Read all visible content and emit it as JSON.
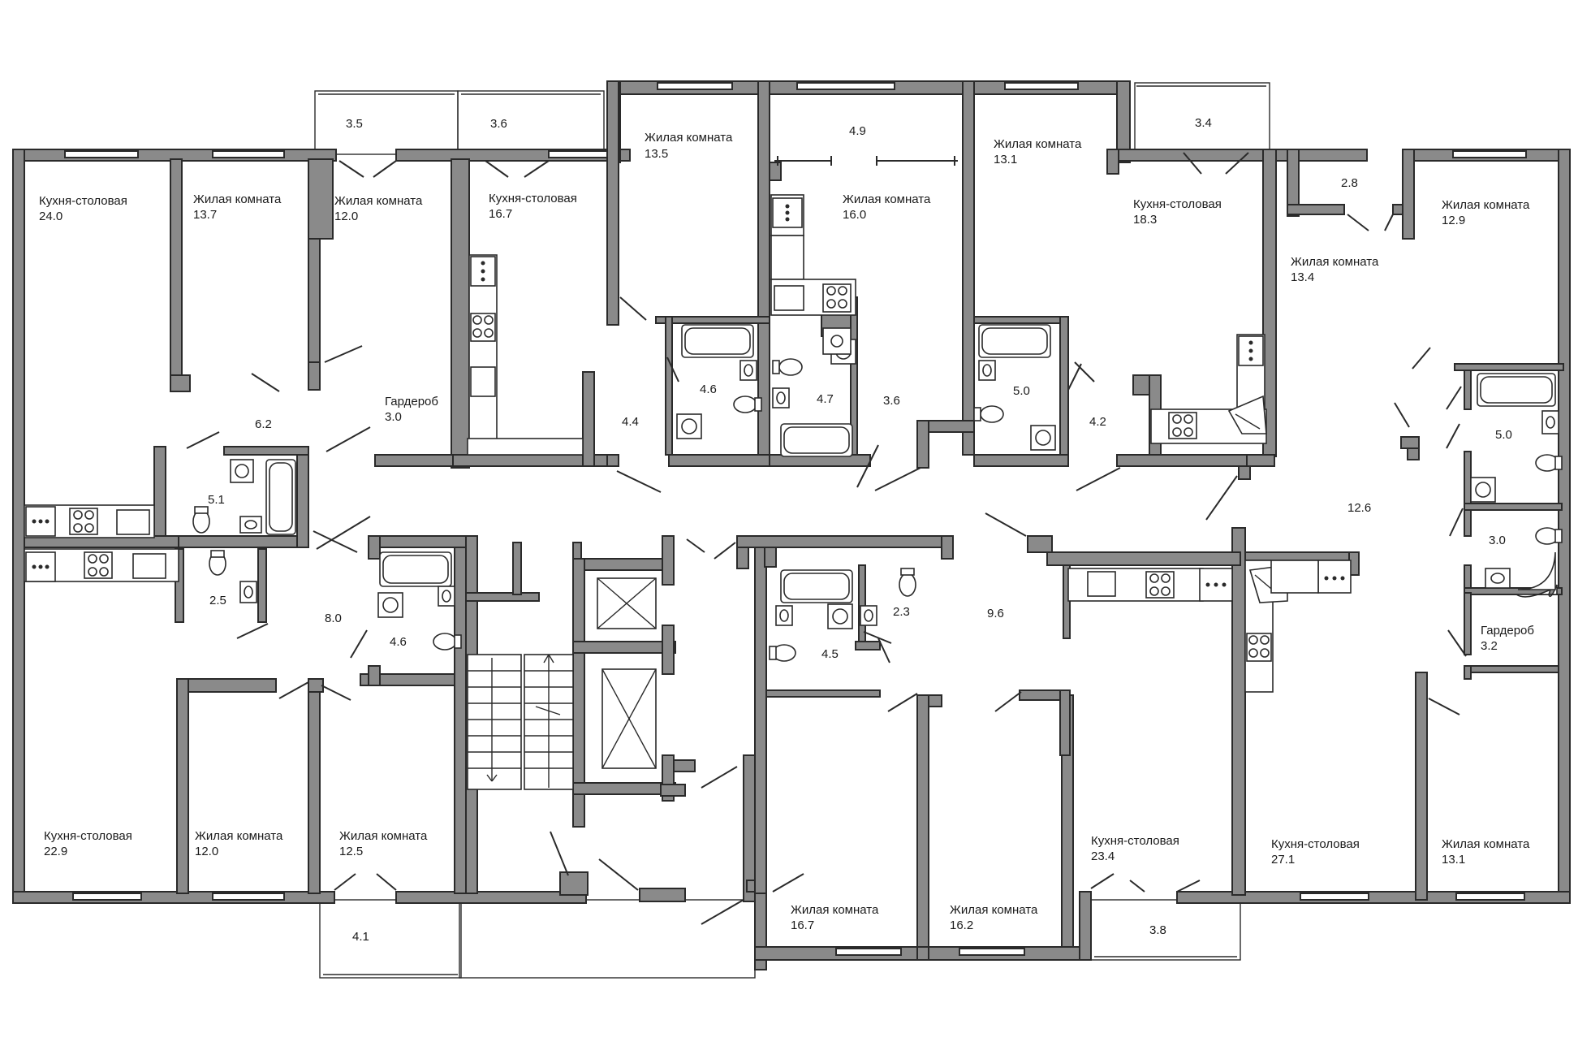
{
  "rooms": [
    {
      "id": "r1",
      "name": "Кухня-столовая",
      "area": "24.0"
    },
    {
      "id": "r2",
      "name": "Жилая комната",
      "area": "13.7"
    },
    {
      "id": "r3",
      "name": "Жилая комната",
      "area": "12.0"
    },
    {
      "id": "r4",
      "name": "Кухня-столовая",
      "area": "16.7"
    },
    {
      "id": "r5",
      "name": "Жилая комната",
      "area": "13.5"
    },
    {
      "id": "r6",
      "name": "Жилая комната",
      "area": "16.0"
    },
    {
      "id": "r7",
      "name": "Жилая комната",
      "area": "13.1"
    },
    {
      "id": "r8",
      "name": "Кухня-столовая",
      "area": "18.3"
    },
    {
      "id": "r9",
      "name": "Жилая комната",
      "area": "13.4"
    },
    {
      "id": "r10",
      "name": "Жилая комната",
      "area": "12.9"
    },
    {
      "id": "r11",
      "name": "Гардероб",
      "area": "3.0"
    },
    {
      "id": "r12",
      "name": "Гардероб",
      "area": "3.2"
    },
    {
      "id": "r13",
      "name": "Кухня-столовая",
      "area": "22.9"
    },
    {
      "id": "r14",
      "name": "Жилая комната",
      "area": "12.0"
    },
    {
      "id": "r15",
      "name": "Жилая комната",
      "area": "12.5"
    },
    {
      "id": "r16",
      "name": "Жилая комната",
      "area": "16.7"
    },
    {
      "id": "r17",
      "name": "Жилая комната",
      "area": "16.2"
    },
    {
      "id": "r18",
      "name": "Кухня-столовая",
      "area": "23.4"
    },
    {
      "id": "r19",
      "name": "Кухня-столовая",
      "area": "27.1"
    },
    {
      "id": "r20",
      "name": "Жилая комната",
      "area": "13.1"
    }
  ],
  "areas": [
    {
      "id": "a1",
      "value": "3.5"
    },
    {
      "id": "a2",
      "value": "3.6"
    },
    {
      "id": "a3",
      "value": "4.9"
    },
    {
      "id": "a4",
      "value": "3.4"
    },
    {
      "id": "a5",
      "value": "2.8"
    },
    {
      "id": "a6",
      "value": "6.2"
    },
    {
      "id": "a7",
      "value": "5.1"
    },
    {
      "id": "a8",
      "value": "2.5"
    },
    {
      "id": "a9",
      "value": "8.0"
    },
    {
      "id": "a10",
      "value": "4.6"
    },
    {
      "id": "a11",
      "value": "4.4"
    },
    {
      "id": "a12",
      "value": "4.6"
    },
    {
      "id": "a13",
      "value": "4.7"
    },
    {
      "id": "a14",
      "value": "3.6"
    },
    {
      "id": "a15",
      "value": "5.0"
    },
    {
      "id": "a16",
      "value": "4.2"
    },
    {
      "id": "a17",
      "value": "5.0"
    },
    {
      "id": "a18",
      "value": "12.6"
    },
    {
      "id": "a19",
      "value": "3.0"
    },
    {
      "id": "a20",
      "value": "2.3"
    },
    {
      "id": "a21",
      "value": "4.5"
    },
    {
      "id": "a22",
      "value": "9.6"
    },
    {
      "id": "a23",
      "value": "4.1"
    },
    {
      "id": "a24",
      "value": "3.8"
    }
  ]
}
